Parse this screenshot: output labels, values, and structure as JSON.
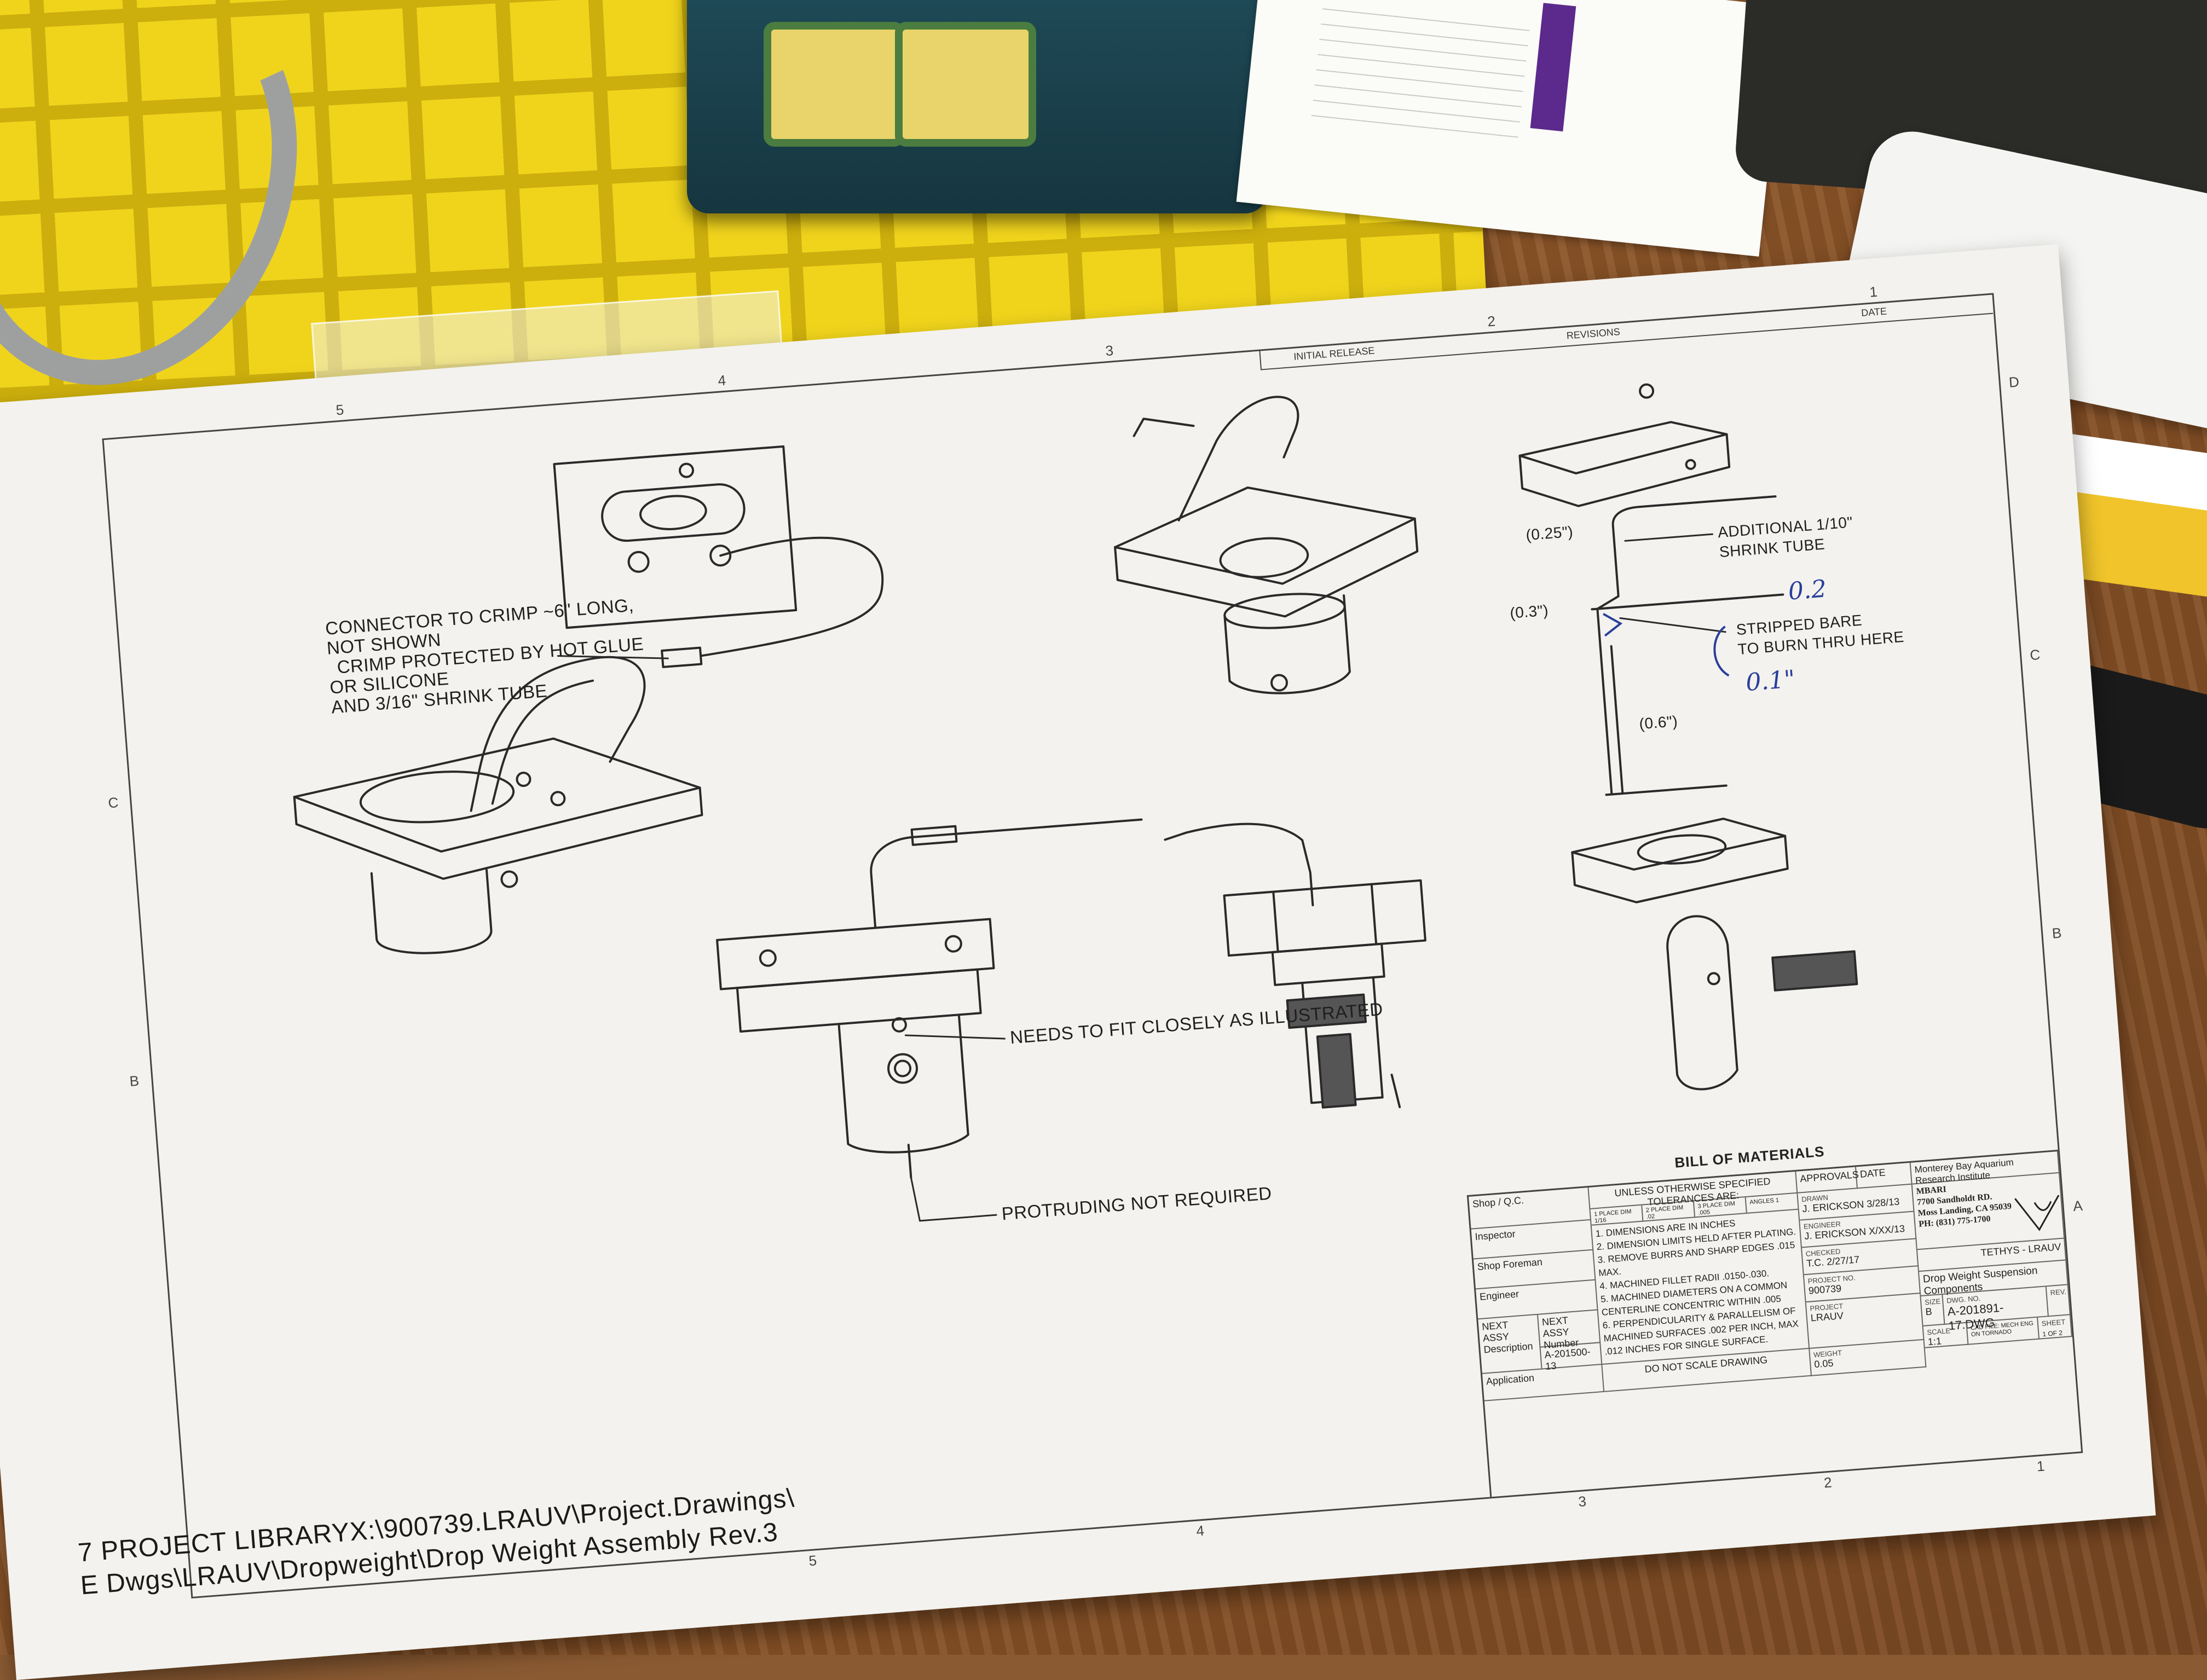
{
  "sheet": {
    "zones_top": [
      "5",
      "4",
      "3",
      "2",
      "1"
    ],
    "zones_bottom": [
      "5",
      "4",
      "3",
      "2",
      "1"
    ],
    "zones_side": [
      "D",
      "C",
      "B",
      "A"
    ],
    "revision": {
      "description": "INITIAL RELEASE",
      "header_rev": "REVISIONS",
      "header_date": "DATE"
    },
    "annotations": {
      "connector": [
        "CONNECTOR TO CRIMP ~6\" LONG,",
        "NOT SHOWN",
        "CRIMP PROTECTED BY HOT GLUE",
        "OR SILICONE",
        "AND 3/16\" SHRINK TUBE"
      ],
      "fit": "NEEDS TO FIT CLOSELY AS ILLUSTRATED",
      "protruding": "PROTRUDING NOT REQUIRED",
      "shrink": [
        "ADDITIONAL 1/10\"",
        "SHRINK TUBE"
      ],
      "stripped": [
        "STRIPPED BARE",
        "TO BURN THRU HERE"
      ],
      "dim_025": "(0.25\")",
      "dim_03": "(0.3\")",
      "dim_06": "(0.6\")"
    },
    "handwritten": {
      "note_a": "0.2",
      "note_b": "0.1\""
    },
    "path": {
      "line1": "7  PROJECT LIBRARYX:\\900739.LRAUV\\Project.Drawings\\",
      "line2": "     E Dwgs\\LRAUV\\Dropweight\\Drop Weight Assembly Rev.3"
    }
  },
  "title_block": {
    "bom": "BILL OF MATERIALS",
    "tolerances": "UNLESS OTHERWISE SPECIFIED TOLERANCES ARE:",
    "approvals": "APPROVALS",
    "date_label": "DATE",
    "drawn_label": "DRAWN",
    "drawn_by": "J. ERICKSON",
    "drawn_date": "3/28/13",
    "engineer_label": "ENGINEER",
    "engineer_by": "J. ERICKSON",
    "engineer_date": "X/XX/13",
    "checked_label": "CHECKED",
    "checked_by": "T.C.",
    "checked_date": "2/27/17",
    "project_no_label": "PROJECT NO.",
    "project_no": "900739",
    "project_label": "PROJECT",
    "project": "LRAUV",
    "weight_label": "WEIGHT",
    "weight": "0.05",
    "shop_qc": "Shop / Q.C.",
    "rows": [
      "Inspector",
      "Shop Foreman",
      "Engineer"
    ],
    "next_assy_desc": "NEXT ASSY Description",
    "next_assy_number": "NEXT ASSY Number",
    "next_assy_value": "A-201500-13",
    "application": "Application",
    "do_not_scale": "DO NOT SCALE DRAWING",
    "notes": [
      "1. DIMENSIONS ARE IN INCHES",
      "2. DIMENSION LIMITS HELD AFTER PLATING.",
      "3. REMOVE BURRS AND SHARP EDGES .015 MAX.",
      "4. MACHINED FILLET RADII .0150-.030.",
      "5. MACHINED DIAMETERS ON A COMMON CENTERLINE CONCENTRIC WITHIN .005",
      "6. PERPENDICULARITY & PARALLELISM OF MACHINED SURFACES .002 PER INCH, MAX .012 INCHES FOR SINGLE SURFACE."
    ],
    "tol_cols": [
      "1 PLACE DIM 1/16",
      "2 PLACE DIM .02",
      "3 PLACE DIM .005",
      "ANGLES 1"
    ],
    "org_name": "Monterey Bay Aquarium Research Institute",
    "address": [
      "MBARI",
      "7700 Sandholdt RD.",
      "Moss Landing, CA 95039",
      "PH: (831) 775-1700"
    ],
    "program": "TETHYS - LRAUV",
    "drawing_title": "Drop Weight Suspension Components",
    "size_label": "SIZE",
    "size": "B",
    "dwg_no_label": "DWG. NO.",
    "dwg_no": "A-201891-17.DWG",
    "rev_label": "REV.",
    "scale_label": "SCALE",
    "scale": "1:1",
    "cad_file": "CAD FILE: MECH ENG ON TORNADO",
    "sheet_label": "SHEET",
    "sheet": "1 OF 2"
  }
}
